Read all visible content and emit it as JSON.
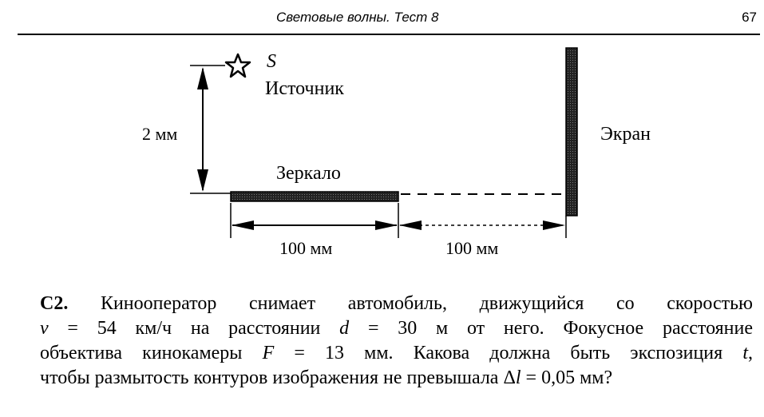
{
  "header": {
    "title": "Световые волны. Тест 8",
    "page_number": "67"
  },
  "figure": {
    "source_symbol": "S",
    "source_label": "Источник",
    "height_label": "2 мм",
    "mirror_label": "Зеркало",
    "screen_label": "Экран",
    "mirror_length_label": "100 мм",
    "gap_length_label": "100 мм"
  },
  "problem": {
    "number": "С2.",
    "line1": " Кинооператор снимает автомобиль, движущийся со скоростью",
    "line2_v": "v",
    "line2_a": " = 54 км/ч на расстоянии ",
    "line2_d": "d",
    "line2_b": " = 30 м от него. Фокусное расстояние",
    "line3_a": "объектива кинокамеры ",
    "line3_F": "F",
    "line3_b": " = 13 мм. Какова должна быть экспозиция ",
    "line3_t": "t",
    "line3_c": ",",
    "line4_a": "чтобы размытость контуров изображения не превышала Δ",
    "line4_l": "l",
    "line4_b": " = 0,05 мм?"
  }
}
